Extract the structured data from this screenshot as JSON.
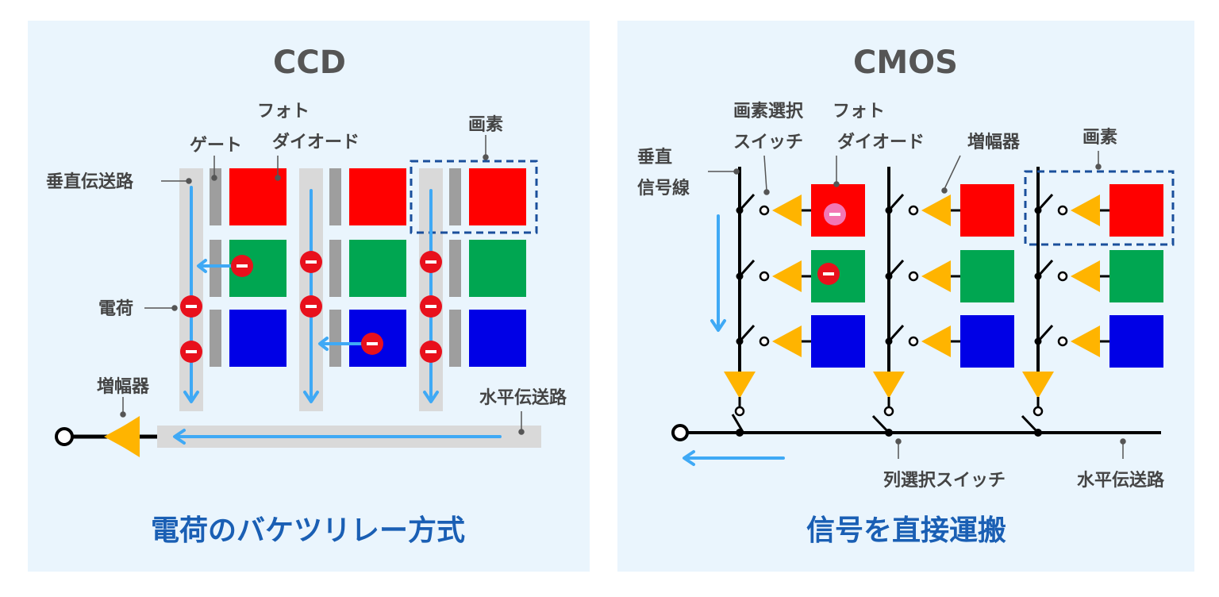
{
  "ccd": {
    "title": "CCD",
    "labels": {
      "gate": "ゲート",
      "photodiode_1": "フォト",
      "photodiode_2": "ダイオード",
      "pixel": "画素",
      "vertical_path": "垂直伝送路",
      "charge": "電荷",
      "amplifier": "増幅器",
      "horizontal_path": "水平伝送路"
    },
    "caption": "電荷のバケツリレー方式"
  },
  "cmos": {
    "title": "CMOS",
    "labels": {
      "pixel_select_1": "画素選択",
      "pixel_select_2": "スイッチ",
      "photodiode_1": "フォト",
      "photodiode_2": "ダイオード",
      "amplifier": "増幅器",
      "pixel": "画素",
      "vertical_1": "垂直",
      "vertical_2": "信号線",
      "column_select": "列選択スイッチ",
      "horizontal_path": "水平伝送路"
    },
    "caption": "信号を直接運搬"
  },
  "symbols": {
    "electron": "−"
  },
  "colors": {
    "panel_bg": "#eaf5fd",
    "red": "#ff0000",
    "green": "#00a651",
    "blue": "#0000e6",
    "gate": "#9e9e9e",
    "channel": "#d9d9d9",
    "arrow": "#3fa9f5",
    "amplifier": "#ffb400",
    "electron": "#e8101c",
    "electron_pink": "#f277b4",
    "pixel_border": "#1a4f9c",
    "caption": "#1a5fb4"
  }
}
